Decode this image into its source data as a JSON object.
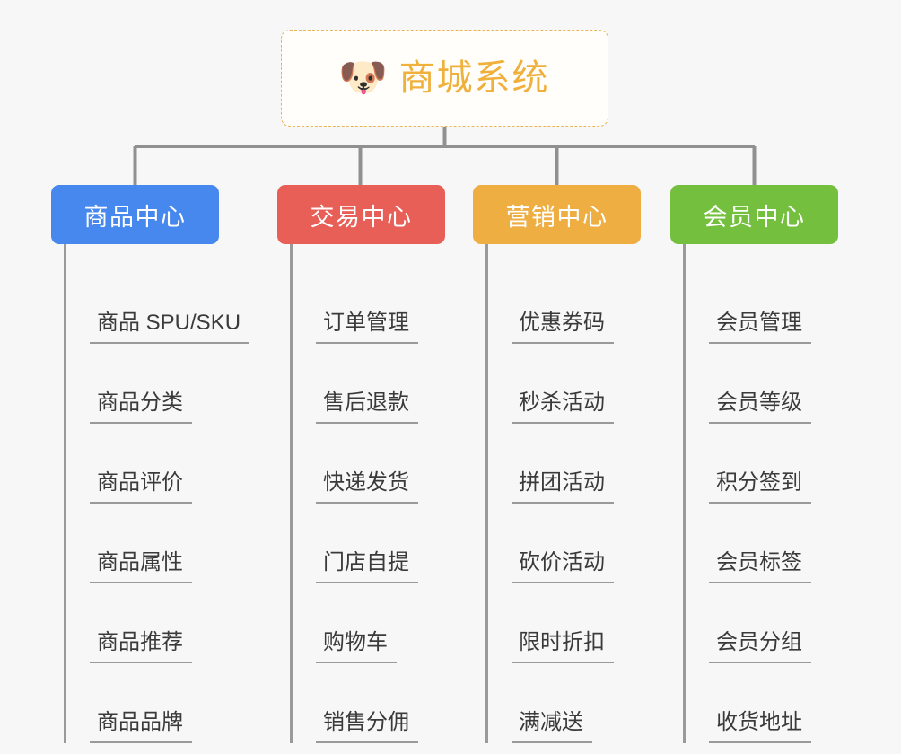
{
  "canvas": {
    "background": "#f7f7f7",
    "connector_color": "#909090",
    "leaf_line_color": "#9a9a9a"
  },
  "root": {
    "icon": "dog-face-icon",
    "icon_glyph": "🐶",
    "title": "商城系统",
    "title_color": "#f0b03c",
    "border_color": "#e8b455",
    "border_style": "dashed",
    "background": "#fffefb"
  },
  "columns": [
    {
      "id": "product-center",
      "label": "商品中心",
      "color": "#4688ee",
      "items": [
        "商品 SPU/SKU",
        "商品分类",
        "商品评价",
        "商品属性",
        "商品推荐",
        "商品品牌"
      ]
    },
    {
      "id": "trade-center",
      "label": "交易中心",
      "color": "#e85f58",
      "items": [
        "订单管理",
        "售后退款",
        "快递发货",
        "门店自提",
        "购物车",
        "销售分佣"
      ]
    },
    {
      "id": "marketing-center",
      "label": "营销中心",
      "color": "#eeae42",
      "items": [
        "优惠券码",
        "秒杀活动",
        "拼团活动",
        "砍价活动",
        "限时折扣",
        "满减送"
      ]
    },
    {
      "id": "member-center",
      "label": "会员中心",
      "color": "#74c03e",
      "items": [
        "会员管理",
        "会员等级",
        "积分签到",
        "会员标签",
        "会员分组",
        "收货地址"
      ]
    }
  ]
}
